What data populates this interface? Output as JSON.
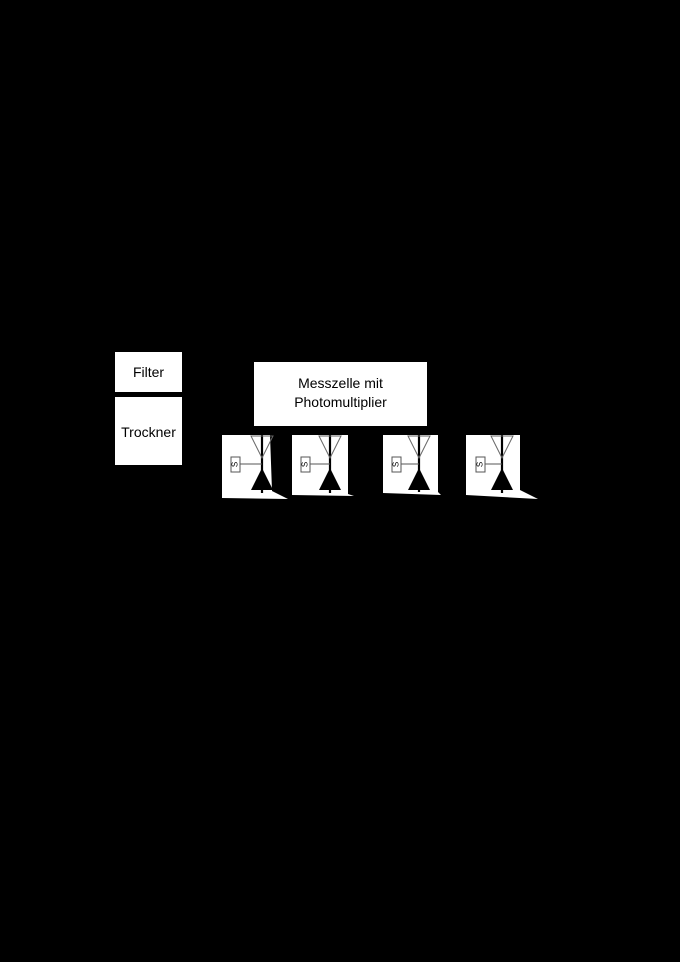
{
  "boxes": {
    "filter_label": "Filter",
    "dryer_label": "Trockner",
    "cell_label_line1": "Messzelle mit",
    "cell_label_line2": "Photomultiplier"
  },
  "valves": [
    {
      "solenoid_label": "S"
    },
    {
      "solenoid_label": "S"
    },
    {
      "solenoid_label": "S"
    },
    {
      "solenoid_label": "S"
    }
  ]
}
